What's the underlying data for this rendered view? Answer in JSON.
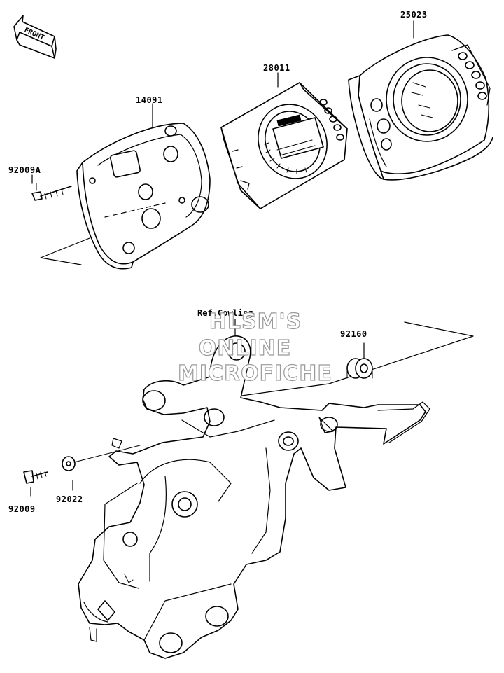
{
  "diagram": {
    "front_arrow_text": "FRONT",
    "ref_label": "Ref.Cowling",
    "watermark": [
      "HLSM'S",
      "ONLINE",
      "MICROFICHE"
    ],
    "parts": [
      {
        "id": "p25023",
        "number": "25023",
        "name": "meter-cover-assembly"
      },
      {
        "id": "p28011",
        "number": "28011",
        "name": "meter-unit-combination"
      },
      {
        "id": "p14091",
        "number": "14091",
        "name": "meter-case-cover"
      },
      {
        "id": "p92009A",
        "number": "92009A",
        "name": "screw"
      },
      {
        "id": "p92160",
        "number": "92160",
        "name": "damper"
      },
      {
        "id": "p92009",
        "number": "92009",
        "name": "screw"
      },
      {
        "id": "p92022",
        "number": "92022",
        "name": "washer"
      }
    ]
  }
}
